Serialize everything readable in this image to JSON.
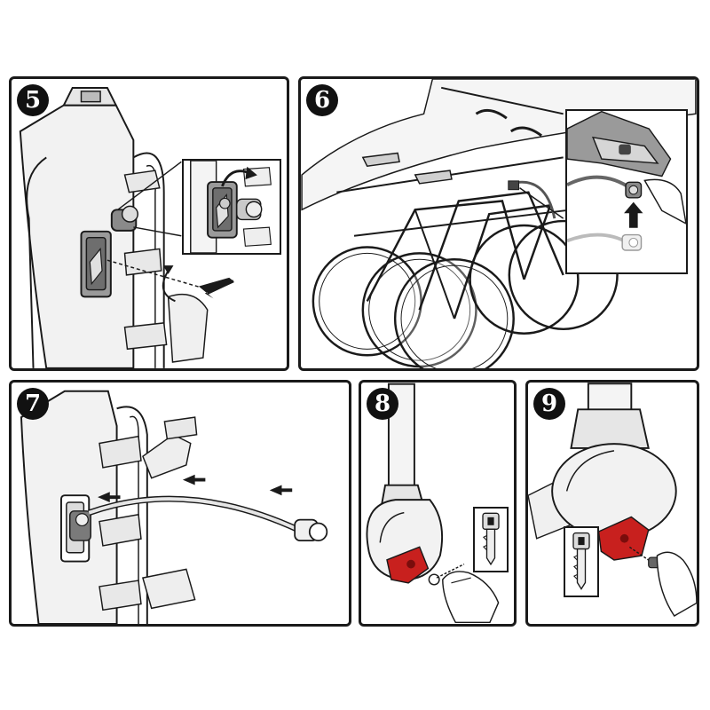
{
  "steps": [
    {
      "id": "p5",
      "number": "5"
    },
    {
      "id": "p6",
      "number": "6"
    },
    {
      "id": "p7",
      "number": "7"
    },
    {
      "id": "p8",
      "number": "8"
    },
    {
      "id": "p9",
      "number": "9"
    }
  ],
  "colors": {
    "outline": "#1a1a1a",
    "body_fill": "#f2f2f2",
    "shade": "#cfcfcf",
    "dark_part": "#7a7a7a",
    "lock_red": "#c8201e",
    "badge": "#111111"
  }
}
